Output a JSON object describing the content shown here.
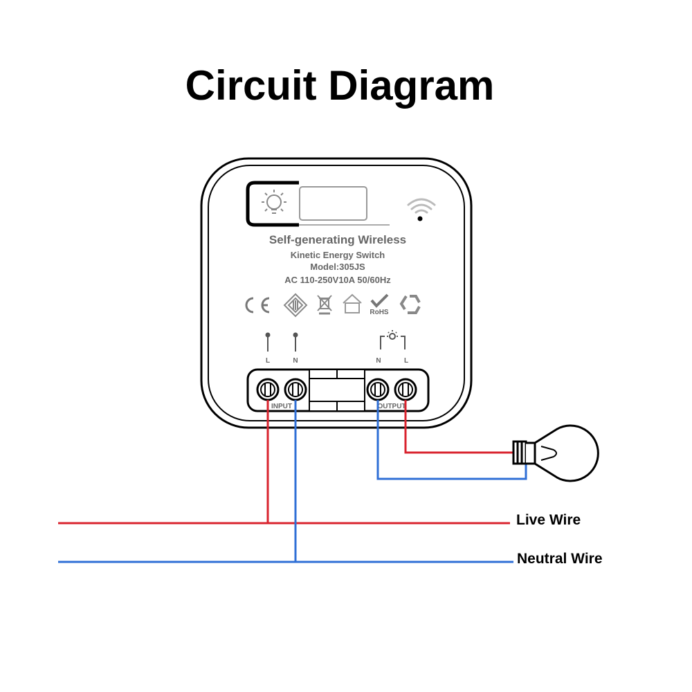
{
  "title": "Circuit Diagram",
  "device": {
    "line1": "Self-generating Wireless",
    "line2": "Kinetic Energy Switch",
    "line3": "Model:305JS",
    "line4": "AC 110-250V10A 50/60Hz",
    "rohs": "RoHS",
    "terminal_labels": {
      "input_l": "L",
      "input_n": "N",
      "output_n": "N",
      "output_l": "L"
    },
    "input_label": "INPUT",
    "output_label": "OUTPUT"
  },
  "wires": {
    "live_label": "Live Wire",
    "neutral_label": "Neutral Wire"
  },
  "colors": {
    "live": "#d9232e",
    "neutral": "#2f6fd6",
    "outline": "#000000",
    "gray": "#777777"
  }
}
